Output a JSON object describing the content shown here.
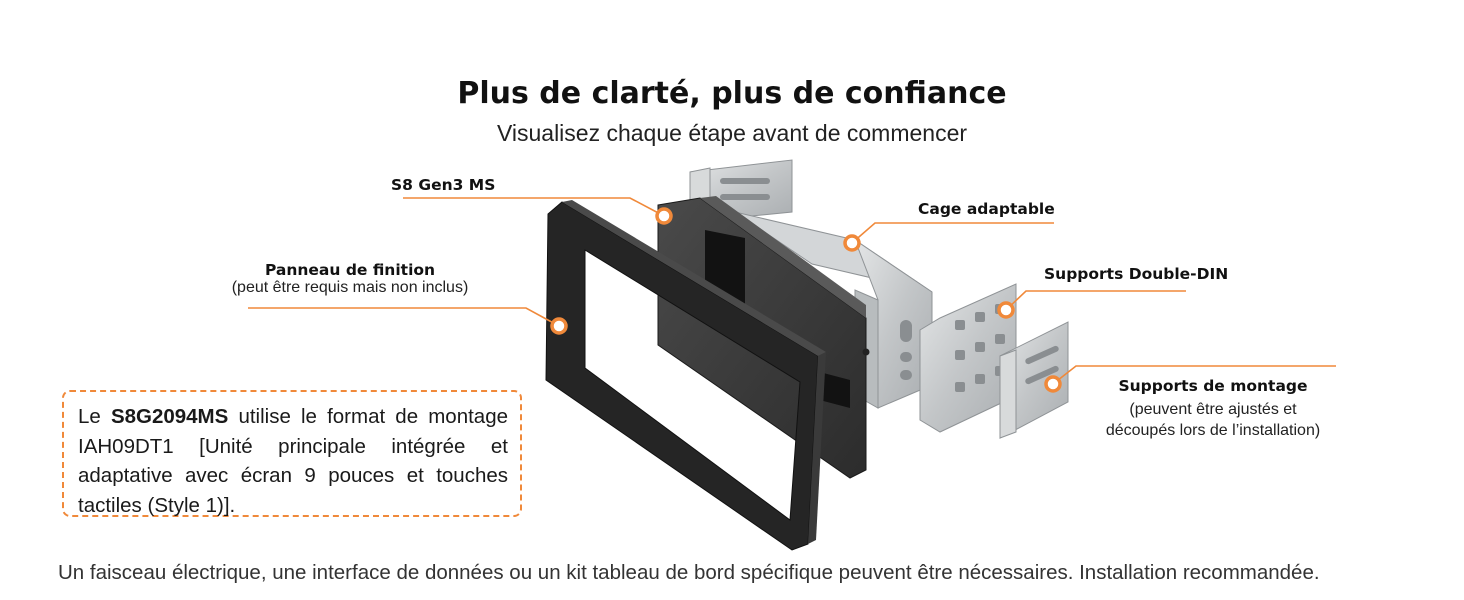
{
  "header": {
    "title": "Plus de clarté, plus de confiance",
    "subtitle": "Visualisez chaque étape avant de commencer"
  },
  "labels": {
    "unit": "S8 Gen3 MS",
    "trim_panel_title": "Panneau de finition",
    "trim_panel_note": "(peut être requis mais non inclus)",
    "cage": "Cage adaptable",
    "double_din": "Supports Double-DIN",
    "mounting_title": "Supports de montage",
    "mounting_note_line1": "(peuvent être ajustés et",
    "mounting_note_line2": "découpés lors de l’installation)"
  },
  "callout": {
    "prefix": "Le ",
    "model": "S8G2094MS",
    "text": " utilise le format de montage IAH09DT1 [Unité principale intégrée et adaptative avec écran 9 pouces et touches tactiles (Style 1)]."
  },
  "footer": {
    "note": "Un faisceau électrique, une interface de données ou un kit tableau de bord spécifique peuvent être nécessaires. Installation recommandée."
  },
  "colors": {
    "accent": "#f0893a",
    "panel": "#2a2a2a",
    "metal": "#c9ccce"
  }
}
